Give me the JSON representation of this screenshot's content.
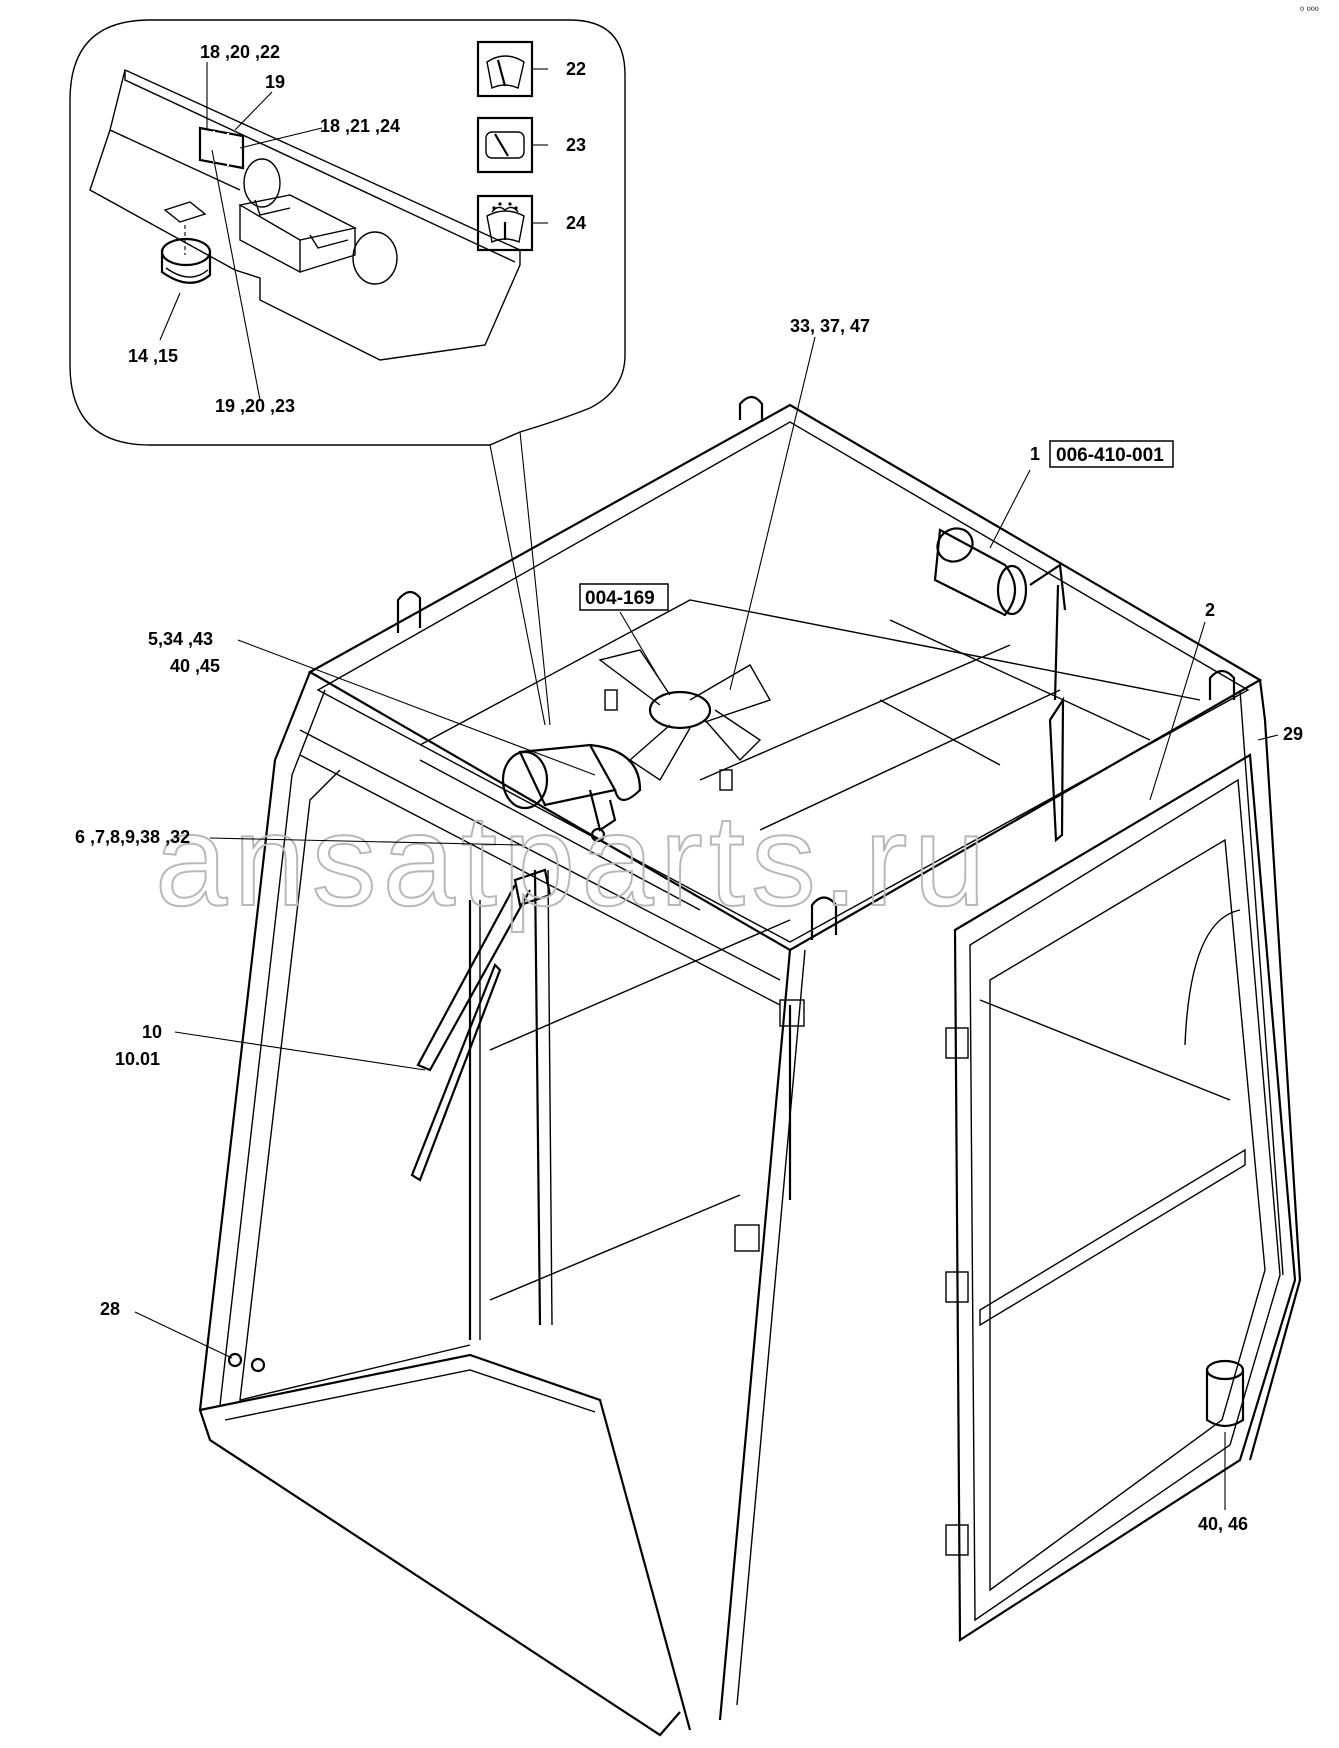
{
  "corner_mark": "⁰ ⁰⁰⁰",
  "watermark": "ansatparts.ru",
  "inset_labels": {
    "l18_20_22": "18 ,20 ,22",
    "l19": "19",
    "l18_21_24": "18 ,21 ,24",
    "l14_15": "14 ,15",
    "l19_20_23": "19 ,20 ,23"
  },
  "icon_labels": {
    "i22": "22",
    "i23": "23",
    "i24": "24"
  },
  "callouts": {
    "c33_37_47": "33, 37, 47",
    "c1": "1",
    "c1_ref": "006-410-001",
    "c004_169": "004-169",
    "c2": "2",
    "c5_34_43": "5,34 ,43",
    "c40_45": "40 ,45",
    "c29": "29",
    "c6_7_8": "6 ,7,8,9,38 ,32",
    "c10": "10",
    "c10_01": "10.01",
    "c28": "28",
    "c40_46": "40, 46"
  },
  "icons": {
    "i22": "wiper-interval-icon",
    "i23": "rear-wiper-icon",
    "i24": "washer-spray-icon"
  }
}
